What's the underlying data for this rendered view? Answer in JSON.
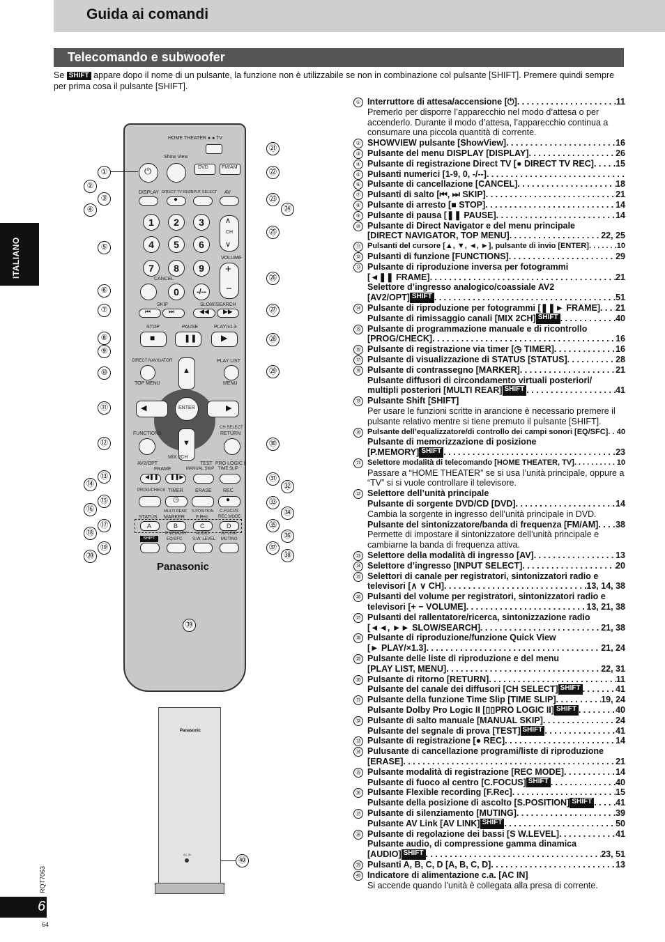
{
  "header": {
    "title": "Guida ai comandi"
  },
  "section": {
    "title": "Telecomando e subwoofer"
  },
  "intro": {
    "before": "Se ",
    "shift": "SHIFT",
    "after": " appare dopo il nome di un pulsante, la funzione non è utilizzabile se non in combinazione col pulsante [SHIFT]. Premere quindi sempre per prima cosa il pulsante [SHIFT]."
  },
  "side_tab": {
    "label": "ITALIANO"
  },
  "footer": {
    "code": "RQT7063",
    "page": "6",
    "small_page": "64"
  },
  "remote": {
    "brand": "Panasonic",
    "labels": {
      "home_theater": "HOME THEATER",
      "tv": "TV",
      "show_view": "Show View",
      "dvd": "DVD",
      "fm_am": "FM/AM",
      "display": "DISPLAY",
      "direct_tv_rec": "DIRECT TV REC",
      "input_select": "INPUT SELECT",
      "av": "AV",
      "ch": "CH",
      "volume": "VOLUME",
      "cancel": "CANCEL",
      "skip": "SKIP",
      "slow_search": "SLOW/SEARCH",
      "stop": "STOP",
      "pause": "PAUSE",
      "play": "PLAY/x1.3",
      "direct_navigator": "DIRECT NAVIGATOR",
      "top_menu": "TOP MENU",
      "play_list": "PLAY LIST",
      "menu": "MENU",
      "enter": "ENTER",
      "ch_select": "CH SELECT",
      "return": "RETURN",
      "functions": "FUNCTIONS",
      "mix_2ch": "MIX 2CH",
      "test": "TEST",
      "pro_logic": "PRO LOGIC II",
      "av2_opt": "AV2/OPT",
      "frame": "FRAME",
      "manual_skip": "MANUAL SKIP",
      "time_slip": "TIME SLIP",
      "prog_check": "PROG/CHECK",
      "timer": "TIMER",
      "erase": "ERASE",
      "rec": "REC",
      "multi_rear": "MULTI REAR",
      "s_position": "S.POSITION",
      "c_focus": "C.FOCUS",
      "status": "STATUS",
      "marker": "MARKER",
      "f_rec": "F.Rec",
      "rec_mode": "REC MODE",
      "shift": "SHIFT",
      "p_memory": "P.MEMORY",
      "eq_sfc": "EQ/SFC",
      "audio": "AUDIO",
      "s_w_level": "S.W. LEVEL",
      "av_link": "AV LINK",
      "muting": "MUTING"
    },
    "numbers": [
      "1",
      "2",
      "3",
      "4",
      "5",
      "6",
      "7",
      "8",
      "9",
      "0",
      "-/--"
    ],
    "abcd": [
      "A",
      "B",
      "C",
      "D"
    ],
    "callouts": [
      "①",
      "②",
      "③",
      "④",
      "⑤",
      "⑥",
      "⑦",
      "⑧",
      "⑨",
      "⑩",
      "⑪",
      "⑫",
      "⑬",
      "⑭",
      "⑮",
      "⑯",
      "⑰",
      "⑱",
      "⑲",
      "⑳",
      "㉑",
      "㉒",
      "㉓",
      "㉔",
      "㉕",
      "㉖",
      "㉗",
      "㉘",
      "㉙",
      "㉚",
      "㉛",
      "㉜",
      "㉝",
      "㉞",
      "㉟",
      "㊱",
      "㊲",
      "㊳",
      "㊴",
      "㊵"
    ]
  },
  "subwoofer": {
    "brand": "Panasonic",
    "indicator": "AC IN"
  },
  "items": [
    {
      "n": "①",
      "lines": [
        {
          "t": "Interruttore di attesa/accensione [⏻]",
          "p": "11"
        }
      ],
      "desc": "Premerlo per disporre l’apparecchio nel modo d’attesa o per accenderlo. Durante il modo d’attesa, l’apparecchio continua a consumare una piccola quantità di corrente."
    },
    {
      "n": "②",
      "lines": [
        {
          "t": "SHOWVIEW pulsante [ShowView]",
          "p": "16"
        }
      ]
    },
    {
      "n": "③",
      "lines": [
        {
          "t": "Pulsante del menu DISPLAY [DISPLAY]",
          "p": "26"
        }
      ]
    },
    {
      "n": "④",
      "lines": [
        {
          "t": "Pulsante di registrazione Direct TV [● DIRECT TV REC]",
          "p": "15"
        }
      ]
    },
    {
      "n": "⑤",
      "lines": [
        {
          "t": "Pulsanti numerici [1-9, 0, -/--]",
          "p": ""
        }
      ]
    },
    {
      "n": "⑥",
      "lines": [
        {
          "t": "Pulsante di cancellazione [CANCEL]",
          "p": "18"
        }
      ]
    },
    {
      "n": "⑦",
      "lines": [
        {
          "t": "Pulsanti di salto [⏮, ⏭ SKIP]",
          "p": "21"
        }
      ]
    },
    {
      "n": "⑧",
      "lines": [
        {
          "t": "Pulsante di arresto [■ STOP]",
          "p": "14"
        }
      ]
    },
    {
      "n": "⑨",
      "lines": [
        {
          "t": "Pulsante di pausa [❚❚ PAUSE]",
          "p": "14"
        }
      ]
    },
    {
      "n": "⑩",
      "lines": [
        {
          "t": "Pulsante di Direct Navigator e del menu principale",
          "p": null
        },
        {
          "t": "[DIRECT NAVIGATOR, TOP MENU]",
          "p": "22, 25"
        }
      ]
    },
    {
      "n": "⑪",
      "lines": [
        {
          "t": "Pulsanti del cursore [▲, ▼, ◄, ►], pulsante di invio [ENTER]",
          "p": "10",
          "sm": true
        }
      ]
    },
    {
      "n": "⑫",
      "lines": [
        {
          "t": "Pulsanti di funzione [FUNCTIONS]",
          "p": "29"
        }
      ]
    },
    {
      "n": "⑬",
      "lines": [
        {
          "t": "Pulsante di riproduzione inversa per fotogrammi",
          "p": null
        },
        {
          "t": "[◄❚❚ FRAME]",
          "p": "21"
        },
        {
          "t": "Selettore d’ingresso analogico/coassiale AV2",
          "p": null
        },
        {
          "t": "[AV2/OPT] ",
          "shift": true,
          "p": "51"
        }
      ]
    },
    {
      "n": "⑭",
      "lines": [
        {
          "t": "Pulsante di riproduzione per fotogrammi [❚❚► FRAME]",
          "p": "21"
        },
        {
          "t": "Pulsante di rimissaggio canali [MIX 2CH] ",
          "shift": true,
          "p": "40"
        }
      ]
    },
    {
      "n": "⑮",
      "lines": [
        {
          "t": "Pulsante di programmazione manuale e di ricontrollo",
          "p": null
        },
        {
          "t": "[PROG/CHECK]",
          "p": "16"
        }
      ]
    },
    {
      "n": "⑯",
      "lines": [
        {
          "t": "Pulsante di registrazione via timer [◷ TIMER]",
          "p": "16"
        }
      ]
    },
    {
      "n": "⑰",
      "lines": [
        {
          "t": "Pulsante di visualizzazione di STATUS [STATUS]",
          "p": "28"
        }
      ]
    },
    {
      "n": "⑱",
      "lines": [
        {
          "t": "Pulsante di contrassegno [MARKER]",
          "p": "21"
        },
        {
          "t": "Pulsante diffusori di circondamento virtuali posteriori/",
          "p": null
        },
        {
          "t": "multipli posteriori [MULTI REAR] ",
          "shift": true,
          "p": "41"
        }
      ]
    },
    {
      "n": "⑲",
      "lines": [
        {
          "t": "Pulsante Shift [SHIFT]",
          "p": null
        }
      ],
      "desc": "Per usare le funzioni scritte in arancione è necessario premere il pulsante relativo mentre si tiene premuto il pulsante [SHIFT]."
    },
    {
      "n": "⑳",
      "lines": [
        {
          "t": "Pulsante dell’equalizzatore/di controllo dei campi sonori [EQ/SFC]",
          "p": "40",
          "sm": true
        },
        {
          "t": "Pulsante di memorizzazione di posizione",
          "p": null
        },
        {
          "t": "[P.MEMORY] ",
          "shift": true,
          "p": "23"
        }
      ]
    },
    {
      "n": "㉑",
      "lines": [
        {
          "t": "Selettore modalità di telecomando [HOME THEATER, TV]",
          "p": "10",
          "sm": true
        }
      ],
      "desc": "Passare a “HOME THEATER” se si usa l’unità principale, oppure a “TV” si si vuole controllare il televisore."
    },
    {
      "n": "㉒",
      "lines": [
        {
          "t": "Selettore dell’unità principale",
          "p": null
        },
        {
          "t": "Pulsante di sorgente DVD/CD [DVD]",
          "p": "14"
        }
      ],
      "desc": "Cambia la sorgente in ingresso dell’unità principale in DVD.",
      "lines2": [
        {
          "t": "Pulsante del sintonizzatore/banda di frequenza [FM/AM]",
          "p": "38"
        }
      ],
      "desc2": "Permette di impostare il sintonizzatore dell’unità principale e cambiarne la banda di frequenza attiva."
    },
    {
      "n": "㉓",
      "lines": [
        {
          "t": "Selettore della modalità di ingresso [AV]",
          "p": "13"
        }
      ]
    },
    {
      "n": "㉔",
      "lines": [
        {
          "t": "Selettore d’ingresso [INPUT SELECT]",
          "p": "20"
        }
      ]
    },
    {
      "n": "㉕",
      "lines": [
        {
          "t": "Selettori di canale per registratori, sintonizzatori radio e",
          "p": null
        },
        {
          "t": "televisori [∧ ∨ CH]",
          "p": "13, 14, 38"
        }
      ]
    },
    {
      "n": "㉖",
      "lines": [
        {
          "t": "Pulsanti del volume per registratori, sintonizzatori radio e",
          "p": null
        },
        {
          "t": "televisori [+ − VOLUME]",
          "p": "13, 21, 38"
        }
      ]
    },
    {
      "n": "㉗",
      "lines": [
        {
          "t": "Pulsanti del rallentatore/ricerca, sintonizzazione radio",
          "p": null
        },
        {
          "t": "[◄◄, ►► SLOW/SEARCH]",
          "p": "21, 38"
        }
      ]
    },
    {
      "n": "㉘",
      "lines": [
        {
          "t": "Pulsante di riproduzione/funzione Quick View",
          "p": null
        },
        {
          "t": "[► PLAY/×1.3]",
          "p": "21, 24"
        }
      ]
    },
    {
      "n": "㉙",
      "lines": [
        {
          "t": "Pulsante delle liste di riproduzione e del menu",
          "p": null
        },
        {
          "t": "[PLAY LIST, MENU]",
          "p": "22, 31"
        }
      ]
    },
    {
      "n": "㉚",
      "lines": [
        {
          "t": "Pulsante di ritorno [RETURN]",
          "p": "11"
        },
        {
          "t": "Pulsante del canale dei diffusori [CH SELECT] ",
          "shift": true,
          "p": "41"
        }
      ]
    },
    {
      "n": "㉛",
      "lines": [
        {
          "t": "Pulsante della funzione Time Slip [TIME SLIP]",
          "p": "19, 24"
        },
        {
          "t": "Pulsante Dolby Pro Logic II [▯▯PRO LOGIC II] ",
          "shift": true,
          "p": "40"
        }
      ]
    },
    {
      "n": "㉜",
      "lines": [
        {
          "t": "Pulsante di salto manuale [MANUAL SKIP]",
          "p": "24"
        },
        {
          "t": "Pulsante del segnale di prova [TEST] ",
          "shift": true,
          "p": "41"
        }
      ]
    },
    {
      "n": "㉝",
      "lines": [
        {
          "t": "Pulsante di registrazione [● REC]",
          "p": "14"
        }
      ]
    },
    {
      "n": "㉞",
      "lines": [
        {
          "t": "Pulusante di cancellazione programi/liste di riproduzione",
          "p": null
        },
        {
          "t": "[ERASE]",
          "p": "21"
        }
      ]
    },
    {
      "n": "㉟",
      "lines": [
        {
          "t": "Pulsante modalità di registrazione [REC MODE]",
          "p": "14"
        },
        {
          "t": "Pulsante di fuoco al centro [C.FOCUS] ",
          "shift": true,
          "p": "40"
        }
      ]
    },
    {
      "n": "㊱",
      "lines": [
        {
          "t": "Pulsante Flexible recording [F.Rec]",
          "p": "15"
        },
        {
          "t": "Pulsante della posizione di ascolto [S.POSITION] ",
          "shift": true,
          "p": "41"
        }
      ]
    },
    {
      "n": "㊲",
      "lines": [
        {
          "t": "Pulsante di silenziamento [MUTING]",
          "p": "39"
        },
        {
          "t": "Pulsante AV Link [AV LINK] ",
          "shift": true,
          "p": "50"
        }
      ]
    },
    {
      "n": "㊳",
      "lines": [
        {
          "t": "Pulsante di regolazione dei bassi [S W.LEVEL]",
          "p": "41"
        },
        {
          "t": "Pulsante audio, di compressione gamma dinamica",
          "p": null
        },
        {
          "t": "[AUDIO] ",
          "shift": true,
          "p": "23, 51"
        }
      ]
    },
    {
      "n": "㊴",
      "lines": [
        {
          "t": "Pulsanti A, B, C, D [A, B, C, D]",
          "p": "13"
        }
      ]
    },
    {
      "n": "㊵",
      "lines": [
        {
          "t": "Indicatore di alimentazione c.a. [AC IN]",
          "p": null
        }
      ],
      "desc": "Si accende quando l’unità è collegata alla presa di corrente."
    }
  ]
}
